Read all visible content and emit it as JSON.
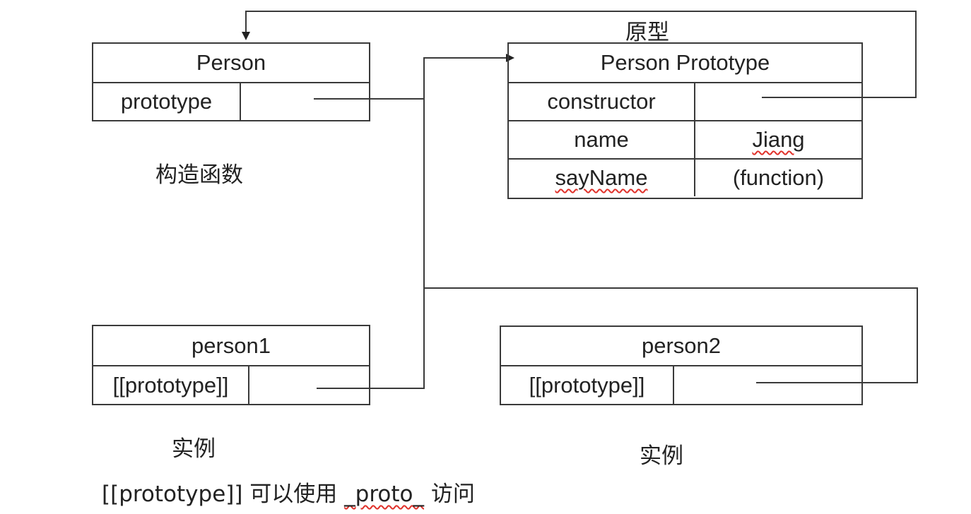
{
  "diagram": {
    "prototype_heading": "原型",
    "person": {
      "title": "Person",
      "row_label": "prototype",
      "caption": "构造函数"
    },
    "person_prototype": {
      "title": "Person Prototype",
      "rows": [
        {
          "key": "constructor",
          "value": ""
        },
        {
          "key": "name",
          "value": "Jiang"
        },
        {
          "key": "sayName",
          "value": "(function)"
        }
      ]
    },
    "person1": {
      "title": "person1",
      "row_label": "[[prototype]]",
      "caption": "实例"
    },
    "person2": {
      "title": "person2",
      "row_label": "[[prototype]]",
      "caption": "实例"
    },
    "footnote": {
      "prefix": "[[prototype]] 可以使用 ",
      "code": "_proto_",
      "suffix": " 访问"
    },
    "line_color": "#3a3a3a",
    "spellcheck_color": "#e0312a"
  }
}
